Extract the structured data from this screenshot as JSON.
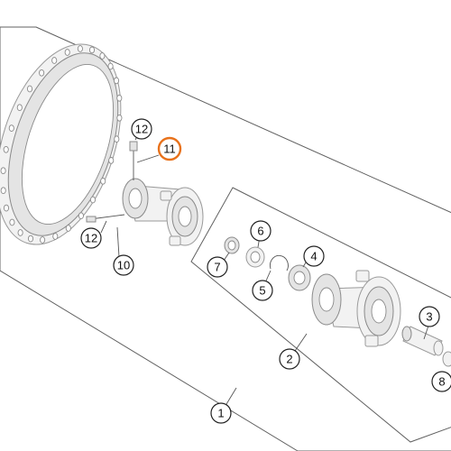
{
  "callouts": {
    "c1": "1",
    "c2": "2",
    "c3": "3",
    "c4": "4",
    "c5": "5",
    "c6": "6",
    "c7": "7",
    "c8": "8",
    "c10": "10",
    "c11": "11",
    "c12a": "12",
    "c12b": "12"
  },
  "colors": {
    "highlight": "#e8721c"
  }
}
